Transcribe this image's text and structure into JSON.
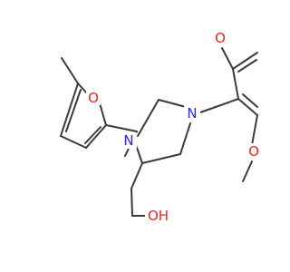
{
  "molecule": {
    "bond_color": "#3a3a3a",
    "nitrogen_color": "#2a2ad8",
    "oxygen_color": "#e8251f",
    "atoms": {
      "furan_oxygen": "O",
      "piperazine_n1": "N",
      "piperazine_n4": "N",
      "methoxy_oxygen_top": "O",
      "methoxy_oxygen_bottom": "O",
      "hydroxyl": "OH"
    }
  }
}
